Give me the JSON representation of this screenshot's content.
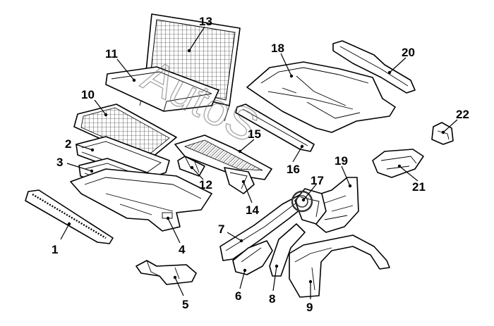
{
  "watermark": "AutoS",
  "callouts": [
    {
      "id": "c1",
      "label": "1"
    },
    {
      "id": "c2",
      "label": "2"
    },
    {
      "id": "c3",
      "label": "3"
    },
    {
      "id": "c4",
      "label": "4"
    },
    {
      "id": "c5",
      "label": "5"
    },
    {
      "id": "c6",
      "label": "6"
    },
    {
      "id": "c7",
      "label": "7"
    },
    {
      "id": "c8",
      "label": "8"
    },
    {
      "id": "c9",
      "label": "9"
    },
    {
      "id": "c10",
      "label": "10"
    },
    {
      "id": "c11",
      "label": "11"
    },
    {
      "id": "c12",
      "label": "12"
    },
    {
      "id": "c13",
      "label": "13"
    },
    {
      "id": "c14",
      "label": "14"
    },
    {
      "id": "c15",
      "label": "15"
    },
    {
      "id": "c16",
      "label": "16"
    },
    {
      "id": "c17",
      "label": "17"
    },
    {
      "id": "c18",
      "label": "18"
    },
    {
      "id": "c19",
      "label": "19"
    },
    {
      "id": "c20",
      "label": "20"
    },
    {
      "id": "c21",
      "label": "21"
    },
    {
      "id": "c22",
      "label": "22"
    }
  ]
}
